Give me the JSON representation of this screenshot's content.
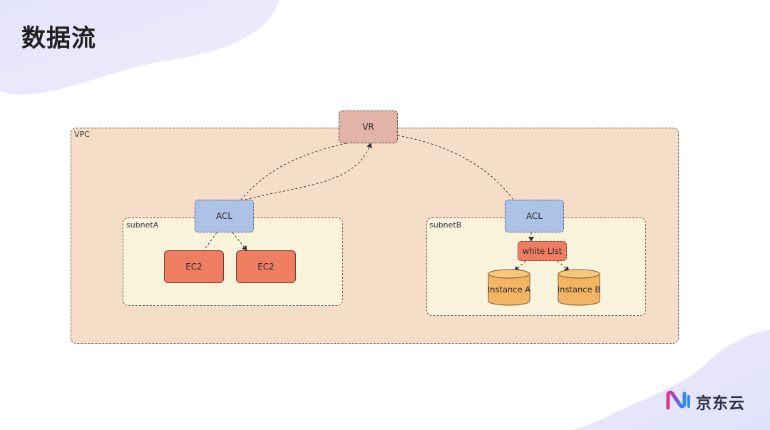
{
  "page": {
    "title": "数据流"
  },
  "diagram": {
    "vpc_label": "VPC",
    "vr_label": "VR",
    "subnet_a": {
      "label": "subnetA",
      "acl_label": "ACL",
      "ec2_labels": [
        "EC2",
        "EC2"
      ]
    },
    "subnet_b": {
      "label": "subnetB",
      "acl_label": "ACL",
      "whitelist_label": "white LIst",
      "instances": [
        "Instance A",
        "Instance B"
      ]
    }
  },
  "brand": {
    "name": "京东云"
  },
  "colors": {
    "vpc_fill": "#f5ddc8",
    "subnet_fill": "#faf3dc",
    "vr_fill": "#e2b4a7",
    "acl_fill": "#aec2e8",
    "ec2_fill": "#ee7d62",
    "instance_fill": "#f3b563"
  }
}
